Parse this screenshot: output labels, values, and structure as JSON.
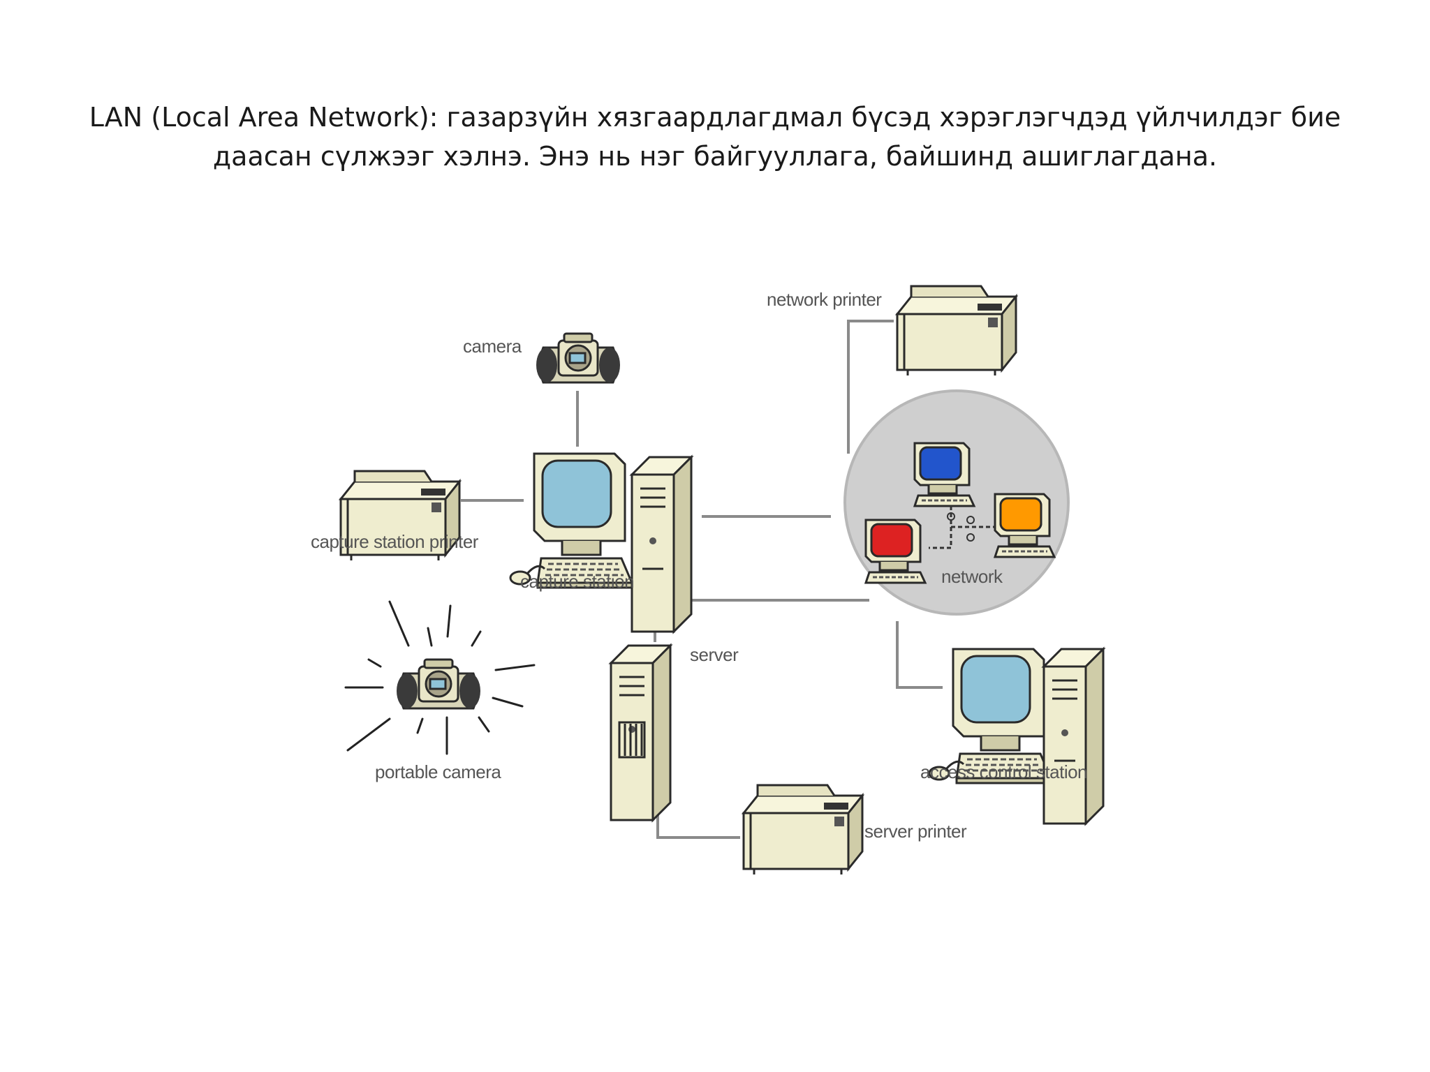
{
  "slide": {
    "title_line1": "LAN (Local Area Network): газарзүйн хязгаардлагдмал бүсэд хэрэглэгчдэд үйлчилдэг бие",
    "title_line2": "даасан сүлжээг хэлнэ. Энэ нь нэг байгууллага, байшинд ашиглагдана."
  },
  "diagram": {
    "labels": {
      "network_printer": "network printer",
      "camera": "camera",
      "capture_station_printer": "capture station printer",
      "capture_station": "capture station",
      "network": "network",
      "server": "server",
      "portable_camera": "portable camera",
      "access_control_station": "access control station",
      "server_printer": "server printer"
    },
    "colors": {
      "device_body": "#efedcf",
      "device_shade": "#cfcca8",
      "screen_blue_light": "#8fc3d8",
      "monitor_blue": "#2255cc",
      "monitor_orange": "#ff9900",
      "monitor_red": "#dd2222",
      "network_circle": "#cfcfcf",
      "wire": "#8a8a8a"
    }
  }
}
